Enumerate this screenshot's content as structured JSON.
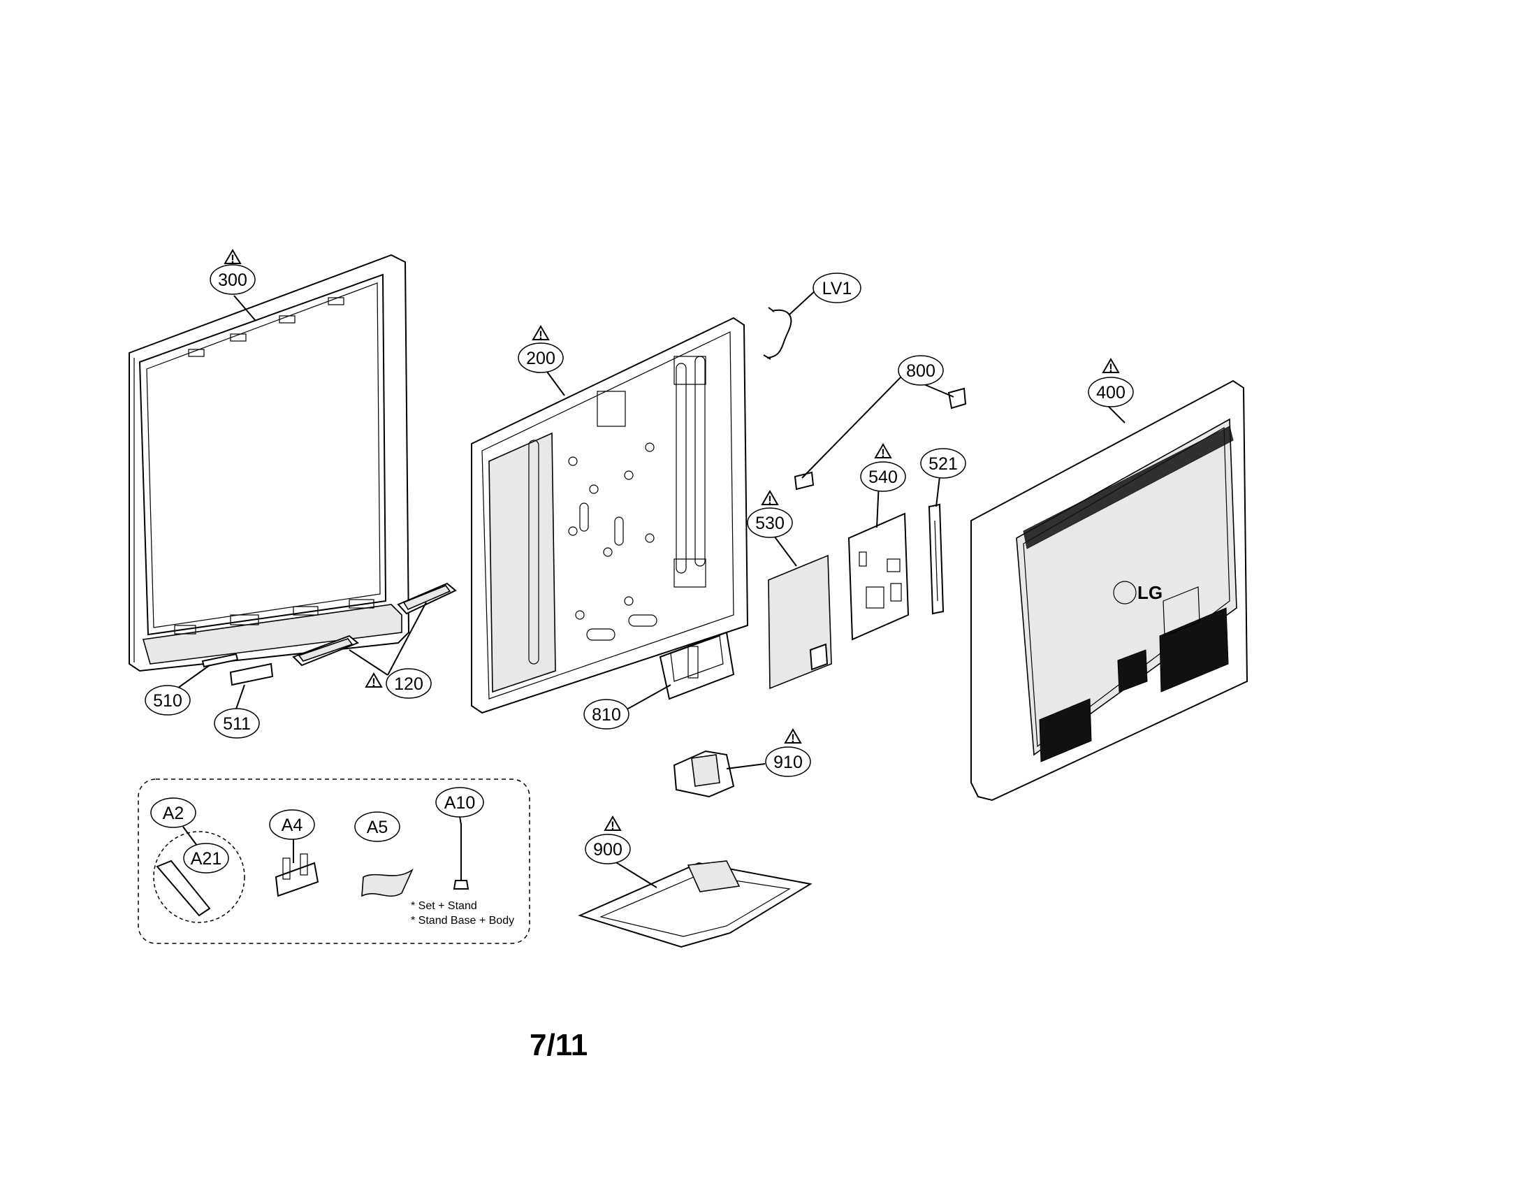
{
  "callouts": [
    {
      "id": "300",
      "label": "300",
      "warning": true
    },
    {
      "id": "200",
      "label": "200",
      "warning": true
    },
    {
      "id": "LV1",
      "label": "LV1",
      "warning": false
    },
    {
      "id": "800",
      "label": "800",
      "warning": false
    },
    {
      "id": "400",
      "label": "400",
      "warning": true
    },
    {
      "id": "540",
      "label": "540",
      "warning": true
    },
    {
      "id": "521",
      "label": "521",
      "warning": false
    },
    {
      "id": "530",
      "label": "530",
      "warning": true
    },
    {
      "id": "120",
      "label": "120",
      "warning": true
    },
    {
      "id": "510",
      "label": "510",
      "warning": false
    },
    {
      "id": "511",
      "label": "511",
      "warning": false
    },
    {
      "id": "810",
      "label": "810",
      "warning": false
    },
    {
      "id": "910",
      "label": "910",
      "warning": true
    },
    {
      "id": "900",
      "label": "900",
      "warning": true
    },
    {
      "id": "A2",
      "label": "A2",
      "warning": false
    },
    {
      "id": "A21",
      "label": "A21",
      "warning": false
    },
    {
      "id": "A4",
      "label": "A4",
      "warning": false
    },
    {
      "id": "A5",
      "label": "A5",
      "warning": false
    },
    {
      "id": "A10",
      "label": "A10",
      "warning": false
    }
  ],
  "warning_symbol": "!",
  "accessory_notes": [
    "* Set + Stand",
    "* Stand Base + Body"
  ],
  "back_cover_logo": "LG",
  "page_number": "7/11"
}
